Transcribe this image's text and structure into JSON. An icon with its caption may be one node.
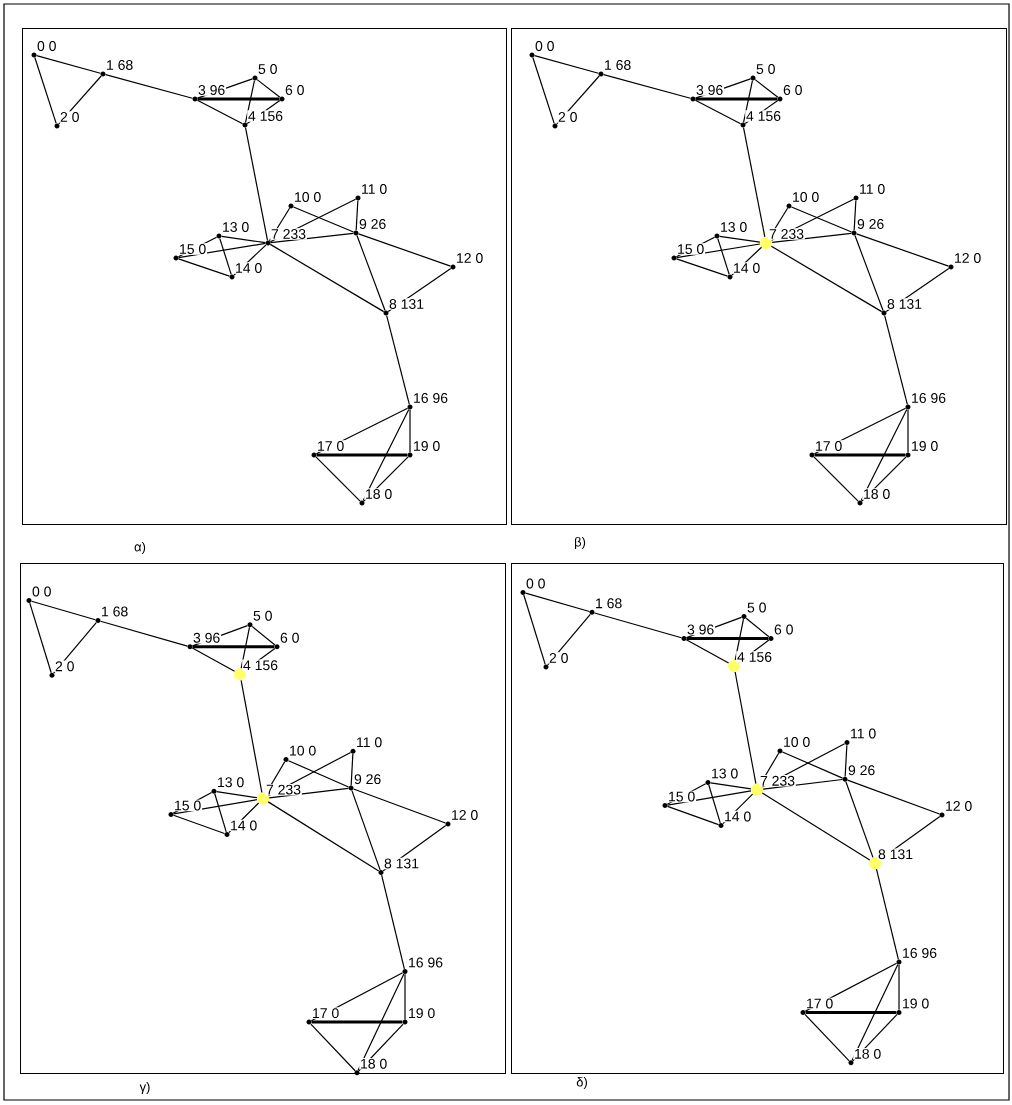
{
  "diagram": {
    "nodes": [
      {
        "text": [],
        "shape": "box",
        "beside": [
          "α)"
        ]
      },
      {
        "text": [
          "0 0"
        ],
        "in": 0
      },
      {
        "text": [
          "1 68"
        ],
        "in": 0
      },
      {
        "text": [
          "2 0"
        ],
        "in": 0
      },
      {
        "text": [
          "3 96"
        ],
        "in": 0
      },
      {
        "text": [
          "4 156"
        ],
        "in": 0
      },
      {
        "text": [
          "5 0"
        ],
        "in": 0
      },
      {
        "text": [
          "6 0"
        ],
        "in": 0
      },
      {
        "text": [
          "7 233"
        ],
        "in": 0
      },
      {
        "text": [
          "8 131"
        ],
        "in": 0
      },
      {
        "text": [
          "9 26"
        ],
        "in": 0
      },
      {
        "text": [
          "10 0"
        ],
        "in": 0
      },
      {
        "text": [
          "11 0"
        ],
        "in": 0
      },
      {
        "text": [
          "12 0"
        ],
        "in": 0
      },
      {
        "text": [
          "13 0"
        ],
        "in": 0
      },
      {
        "text": [
          "14 0"
        ],
        "in": 0
      },
      {
        "text": [
          "15 0"
        ],
        "in": 0
      },
      {
        "text": [
          "16 96"
        ],
        "in": 0
      },
      {
        "text": [
          "17 0"
        ],
        "in": 0
      },
      {
        "text": [
          "18 0"
        ],
        "in": 0
      },
      {
        "text": [
          "19 0"
        ],
        "in": 0
      },
      {
        "text": [],
        "shape": "box",
        "beside": [
          "β)"
        ]
      },
      {
        "text": [
          "0 0"
        ],
        "in": 21
      },
      {
        "text": [
          "1 68"
        ],
        "in": 21
      },
      {
        "text": [
          "2 0"
        ],
        "in": 21
      },
      {
        "text": [
          "3 96"
        ],
        "in": 21
      },
      {
        "text": [
          "4 156"
        ],
        "in": 21
      },
      {
        "text": [
          "5 0"
        ],
        "in": 21
      },
      {
        "text": [
          "6 0"
        ],
        "in": 21
      },
      {
        "text": [
          "7 233"
        ],
        "in": 21
      },
      {
        "text": [
          "8 131"
        ],
        "in": 21
      },
      {
        "text": [
          "9 26"
        ],
        "in": 21
      },
      {
        "text": [
          "10 0"
        ],
        "in": 21
      },
      {
        "text": [
          "11 0"
        ],
        "in": 21
      },
      {
        "text": [
          "12 0"
        ],
        "in": 21
      },
      {
        "text": [
          "13 0"
        ],
        "in": 21
      },
      {
        "text": [
          "14 0"
        ],
        "in": 21
      },
      {
        "text": [
          "15 0"
        ],
        "in": 21
      },
      {
        "text": [
          "16 96"
        ],
        "in": 21
      },
      {
        "text": [
          "17 0"
        ],
        "in": 21
      },
      {
        "text": [
          "18 0"
        ],
        "in": 21
      },
      {
        "text": [
          "19 0"
        ],
        "in": 21
      },
      {
        "text": [],
        "shape": "box",
        "beside": [
          "γ)"
        ]
      },
      {
        "text": [
          "0 0"
        ],
        "in": 42
      },
      {
        "text": [
          "1 68"
        ],
        "in": 42
      },
      {
        "text": [
          "2 0"
        ],
        "in": 42
      },
      {
        "text": [
          "3 96"
        ],
        "in": 42
      },
      {
        "text": [
          "4 156"
        ],
        "in": 42
      },
      {
        "text": [
          "5 0"
        ],
        "in": 42
      },
      {
        "text": [
          "6 0"
        ],
        "in": 42
      },
      {
        "text": [
          "7 233"
        ],
        "in": 42
      },
      {
        "text": [
          "8 131"
        ],
        "in": 42
      },
      {
        "text": [
          "9 26"
        ],
        "in": 42
      },
      {
        "text": [
          "10 0"
        ],
        "in": 42
      },
      {
        "text": [
          "11 0"
        ],
        "in": 42
      },
      {
        "text": [
          "12 0"
        ],
        "in": 42
      },
      {
        "text": [
          "13 0"
        ],
        "in": 42
      },
      {
        "text": [
          "14 0"
        ],
        "in": 42
      },
      {
        "text": [
          "15 0"
        ],
        "in": 42
      },
      {
        "text": [
          "16 96"
        ],
        "in": 42
      },
      {
        "text": [
          "17 0"
        ],
        "in": 42
      },
      {
        "text": [
          "18 0"
        ],
        "in": 42
      },
      {
        "text": [
          "19 0"
        ],
        "in": 42
      },
      {
        "text": [],
        "shape": "box",
        "beside": [
          "δ)"
        ]
      },
      {
        "text": [
          "0 0"
        ],
        "in": 63
      },
      {
        "text": [
          "1 68"
        ],
        "in": 63
      },
      {
        "text": [
          "2 0"
        ],
        "in": 63
      },
      {
        "text": [
          "3 96"
        ],
        "in": 63
      },
      {
        "text": [
          "4 156"
        ],
        "in": 63
      },
      {
        "text": [
          "5 0"
        ],
        "in": 63
      },
      {
        "text": [
          "6 0"
        ],
        "in": 63
      },
      {
        "text": [
          "7 233"
        ],
        "in": 63
      },
      {
        "text": [
          "8 131"
        ],
        "in": 63
      },
      {
        "text": [
          "9 26"
        ],
        "in": 63
      },
      {
        "text": [
          "10 0"
        ],
        "in": 63
      },
      {
        "text": [
          "11 0"
        ],
        "in": 63
      },
      {
        "text": [
          "12 0"
        ],
        "in": 63
      },
      {
        "text": [
          "13 0"
        ],
        "in": 63
      },
      {
        "text": [
          "14 0"
        ],
        "in": 63
      },
      {
        "text": [
          "15 0"
        ],
        "in": 63
      },
      {
        "text": [
          "16 96"
        ],
        "in": 63
      },
      {
        "text": [
          "17 0"
        ],
        "in": 63
      },
      {
        "text": [
          "18 0"
        ],
        "in": 63
      },
      {
        "text": [
          "19 0"
        ],
        "in": 63
      }
    ],
    "edges": [
      {
        "from": 1,
        "to": 2,
        "arrow": "none"
      },
      {
        "from": 1,
        "to": 3,
        "arrow": "none"
      },
      {
        "from": 2,
        "to": 3,
        "arrow": "none"
      },
      {
        "from": 2,
        "to": 4,
        "arrow": "none"
      },
      {
        "from": 4,
        "to": 5,
        "arrow": "none"
      },
      {
        "from": 4,
        "to": 6,
        "arrow": "none"
      },
      {
        "from": 4,
        "to": 7,
        "arrow": "none",
        "style": "thick"
      },
      {
        "from": 5,
        "to": 6,
        "arrow": "none"
      },
      {
        "from": 5,
        "to": 7,
        "arrow": "none"
      },
      {
        "from": 6,
        "to": 7,
        "arrow": "none"
      },
      {
        "from": 5,
        "to": 8,
        "arrow": "none"
      },
      {
        "from": 8,
        "to": 11,
        "arrow": "none"
      },
      {
        "from": 8,
        "to": 12,
        "arrow": "none"
      },
      {
        "from": 8,
        "to": 10,
        "arrow": "none"
      },
      {
        "from": 8,
        "to": 14,
        "arrow": "none"
      },
      {
        "from": 8,
        "to": 15,
        "arrow": "none"
      },
      {
        "from": 8,
        "to": 16,
        "arrow": "none"
      },
      {
        "from": 8,
        "to": 9,
        "arrow": "none"
      },
      {
        "from": 11,
        "to": 10,
        "arrow": "none"
      },
      {
        "from": 12,
        "to": 10,
        "arrow": "none"
      },
      {
        "from": 10,
        "to": 13,
        "arrow": "none"
      },
      {
        "from": 10,
        "to": 9,
        "arrow": "none"
      },
      {
        "from": 9,
        "to": 13,
        "arrow": "none"
      },
      {
        "from": 14,
        "to": 16,
        "arrow": "none"
      },
      {
        "from": 14,
        "to": 15,
        "arrow": "none"
      },
      {
        "from": 15,
        "to": 16,
        "arrow": "none"
      },
      {
        "from": 9,
        "to": 17,
        "arrow": "none"
      },
      {
        "from": 17,
        "to": 18,
        "arrow": "none"
      },
      {
        "from": 17,
        "to": 19,
        "arrow": "none"
      },
      {
        "from": 17,
        "to": 20,
        "arrow": "none"
      },
      {
        "from": 18,
        "to": 20,
        "arrow": "none",
        "style": "thick"
      },
      {
        "from": 18,
        "to": 19,
        "arrow": "none"
      },
      {
        "from": 19,
        "to": 20,
        "arrow": "none"
      },
      {
        "from": 22,
        "to": 23,
        "arrow": "none"
      },
      {
        "from": 22,
        "to": 24,
        "arrow": "none"
      },
      {
        "from": 23,
        "to": 24,
        "arrow": "none"
      },
      {
        "from": 23,
        "to": 25,
        "arrow": "none"
      },
      {
        "from": 25,
        "to": 26,
        "arrow": "none"
      },
      {
        "from": 25,
        "to": 27,
        "arrow": "none"
      },
      {
        "from": 25,
        "to": 28,
        "arrow": "none",
        "style": "thick"
      },
      {
        "from": 26,
        "to": 27,
        "arrow": "none"
      },
      {
        "from": 26,
        "to": 28,
        "arrow": "none"
      },
      {
        "from": 27,
        "to": 28,
        "arrow": "none"
      },
      {
        "from": 26,
        "to": 29,
        "arrow": "none"
      },
      {
        "from": 29,
        "to": 32,
        "arrow": "none"
      },
      {
        "from": 29,
        "to": 33,
        "arrow": "none"
      },
      {
        "from": 29,
        "to": 31,
        "arrow": "none"
      },
      {
        "from": 29,
        "to": 35,
        "arrow": "none"
      },
      {
        "from": 29,
        "to": 36,
        "arrow": "none"
      },
      {
        "from": 29,
        "to": 37,
        "arrow": "none"
      },
      {
        "from": 29,
        "to": 30,
        "arrow": "none"
      },
      {
        "from": 32,
        "to": 31,
        "arrow": "none"
      },
      {
        "from": 33,
        "to": 31,
        "arrow": "none"
      },
      {
        "from": 31,
        "to": 34,
        "arrow": "none"
      },
      {
        "from": 31,
        "to": 30,
        "arrow": "none"
      },
      {
        "from": 30,
        "to": 34,
        "arrow": "none"
      },
      {
        "from": 35,
        "to": 37,
        "arrow": "none"
      },
      {
        "from": 35,
        "to": 36,
        "arrow": "none"
      },
      {
        "from": 36,
        "to": 37,
        "arrow": "none"
      },
      {
        "from": 30,
        "to": 38,
        "arrow": "none"
      },
      {
        "from": 38,
        "to": 39,
        "arrow": "none"
      },
      {
        "from": 38,
        "to": 40,
        "arrow": "none"
      },
      {
        "from": 38,
        "to": 41,
        "arrow": "none"
      },
      {
        "from": 39,
        "to": 41,
        "arrow": "none",
        "style": "thick"
      },
      {
        "from": 39,
        "to": 40,
        "arrow": "none"
      },
      {
        "from": 40,
        "to": 41,
        "arrow": "none"
      },
      {
        "from": 43,
        "to": 44,
        "arrow": "none"
      },
      {
        "from": 43,
        "to": 45,
        "arrow": "none"
      },
      {
        "from": 44,
        "to": 45,
        "arrow": "none"
      },
      {
        "from": 44,
        "to": 46,
        "arrow": "none"
      },
      {
        "from": 46,
        "to": 47,
        "arrow": "none"
      },
      {
        "from": 46,
        "to": 48,
        "arrow": "none"
      },
      {
        "from": 46,
        "to": 49,
        "arrow": "none",
        "style": "thick"
      },
      {
        "from": 47,
        "to": 48,
        "arrow": "none"
      },
      {
        "from": 47,
        "to": 49,
        "arrow": "none"
      },
      {
        "from": 48,
        "to": 49,
        "arrow": "none"
      },
      {
        "from": 47,
        "to": 50,
        "arrow": "none"
      },
      {
        "from": 50,
        "to": 53,
        "arrow": "none"
      },
      {
        "from": 50,
        "to": 54,
        "arrow": "none"
      },
      {
        "from": 50,
        "to": 52,
        "arrow": "none"
      },
      {
        "from": 50,
        "to": 56,
        "arrow": "none"
      },
      {
        "from": 50,
        "to": 57,
        "arrow": "none"
      },
      {
        "from": 50,
        "to": 58,
        "arrow": "none"
      },
      {
        "from": 50,
        "to": 51,
        "arrow": "none"
      },
      {
        "from": 53,
        "to": 52,
        "arrow": "none"
      },
      {
        "from": 54,
        "to": 52,
        "arrow": "none"
      },
      {
        "from": 52,
        "to": 55,
        "arrow": "none"
      },
      {
        "from": 52,
        "to": 51,
        "arrow": "none"
      },
      {
        "from": 51,
        "to": 55,
        "arrow": "none"
      },
      {
        "from": 56,
        "to": 58,
        "arrow": "none"
      },
      {
        "from": 56,
        "to": 57,
        "arrow": "none"
      },
      {
        "from": 57,
        "to": 58,
        "arrow": "none"
      },
      {
        "from": 51,
        "to": 59,
        "arrow": "none"
      },
      {
        "from": 59,
        "to": 60,
        "arrow": "none"
      },
      {
        "from": 59,
        "to": 61,
        "arrow": "none"
      },
      {
        "from": 59,
        "to": 62,
        "arrow": "none"
      },
      {
        "from": 60,
        "to": 62,
        "arrow": "none",
        "style": "thick"
      },
      {
        "from": 60,
        "to": 61,
        "arrow": "none"
      },
      {
        "from": 61,
        "to": 62,
        "arrow": "none"
      },
      {
        "from": 64,
        "to": 65,
        "arrow": "none"
      },
      {
        "from": 64,
        "to": 66,
        "arrow": "none"
      },
      {
        "from": 65,
        "to": 66,
        "arrow": "none"
      },
      {
        "from": 65,
        "to": 67,
        "arrow": "none"
      },
      {
        "from": 67,
        "to": 68,
        "arrow": "none"
      },
      {
        "from": 67,
        "to": 69,
        "arrow": "none"
      },
      {
        "from": 67,
        "to": 70,
        "arrow": "none",
        "style": "thick"
      },
      {
        "from": 68,
        "to": 69,
        "arrow": "none"
      },
      {
        "from": 68,
        "to": 70,
        "arrow": "none"
      },
      {
        "from": 69,
        "to": 70,
        "arrow": "none"
      },
      {
        "from": 68,
        "to": 71,
        "arrow": "none"
      },
      {
        "from": 71,
        "to": 74,
        "arrow": "none"
      },
      {
        "from": 71,
        "to": 75,
        "arrow": "none"
      },
      {
        "from": 71,
        "to": 73,
        "arrow": "none"
      },
      {
        "from": 71,
        "to": 77,
        "arrow": "none"
      },
      {
        "from": 71,
        "to": 78,
        "arrow": "none"
      },
      {
        "from": 71,
        "to": 79,
        "arrow": "none"
      },
      {
        "from": 71,
        "to": 72,
        "arrow": "none"
      },
      {
        "from": 74,
        "to": 73,
        "arrow": "none"
      },
      {
        "from": 75,
        "to": 73,
        "arrow": "none"
      },
      {
        "from": 73,
        "to": 76,
        "arrow": "none"
      },
      {
        "from": 73,
        "to": 72,
        "arrow": "none"
      },
      {
        "from": 72,
        "to": 76,
        "arrow": "none"
      },
      {
        "from": 77,
        "to": 79,
        "arrow": "none"
      },
      {
        "from": 77,
        "to": 78,
        "arrow": "none"
      },
      {
        "from": 78,
        "to": 79,
        "arrow": "none"
      },
      {
        "from": 72,
        "to": 80,
        "arrow": "none"
      },
      {
        "from": 80,
        "to": 81,
        "arrow": "none"
      },
      {
        "from": 80,
        "to": 82,
        "arrow": "none"
      },
      {
        "from": 80,
        "to": 83,
        "arrow": "none"
      },
      {
        "from": 81,
        "to": 83,
        "arrow": "none",
        "style": "thick"
      },
      {
        "from": 81,
        "to": 82,
        "arrow": "none"
      },
      {
        "from": 82,
        "to": 83,
        "arrow": "none"
      }
    ]
  }
}
